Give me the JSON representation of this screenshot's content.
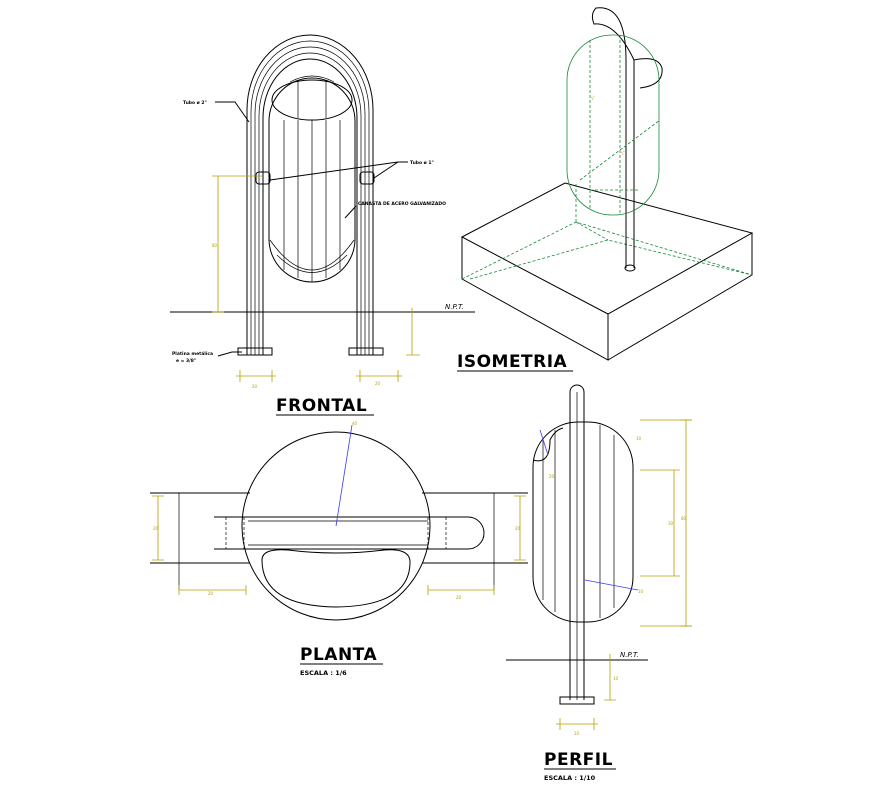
{
  "drawing": {
    "colors": {
      "line": "#000000",
      "dimension": "#b8a000",
      "leader": "#3a3aff",
      "hidden": "#1a8a3a"
    },
    "views": {
      "frontal": {
        "title": "FRONTAL"
      },
      "isometria": {
        "title": "ISOMETRIA"
      },
      "planta": {
        "title": "PLANTA",
        "scale": "ESCALA : 1/6"
      },
      "perfil": {
        "title": "PERFIL",
        "scale": "ESCALA : 1/10"
      }
    },
    "labels": {
      "npt_frontal": "N.P.T.",
      "npt_perfil": "N.P.T.",
      "tubo_2": "Tubo ø 2\"",
      "tubo_1": "Tubo ø 1\"",
      "canasta": "CANASTA DE ACERO GALVANIZADO",
      "platina_1": "Platina metálica",
      "platina_2": "e = 3/8\""
    }
  }
}
